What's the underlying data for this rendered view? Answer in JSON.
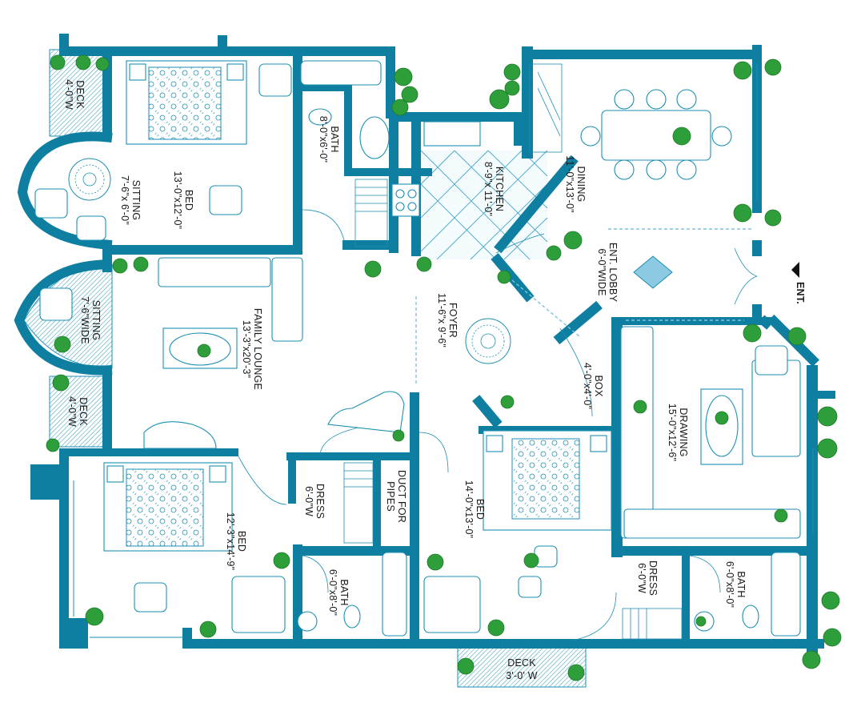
{
  "plan": {
    "rooms": [
      {
        "id": "deck-nw",
        "name": "DECK",
        "dim": "4'-0\"W"
      },
      {
        "id": "bed-nw",
        "name": "BED",
        "dim": "13'-0\"x12'-0\""
      },
      {
        "id": "sitting-nw",
        "name": "SITTING",
        "dim": "7'-6\"x 6'-0\""
      },
      {
        "id": "bath-n",
        "name": "BATH",
        "dim": "8'-0\"x6'-0\""
      },
      {
        "id": "kitchen",
        "name": "KITCHEN",
        "dim": "8'-9\"x 11'-0\""
      },
      {
        "id": "dining",
        "name": "DINING",
        "dim": "11'-0\"x13'-0\""
      },
      {
        "id": "ent-lobby",
        "name": "ENT. LOBBY",
        "dim": "6'-0\"WIDE"
      },
      {
        "id": "sitting-w",
        "name": "SITTING",
        "dim": "7'-6\"WIDE"
      },
      {
        "id": "family-lounge",
        "name": "FAMILY LOUNGE",
        "dim": "13'-3\"x20'-3\""
      },
      {
        "id": "foyer",
        "name": "FOYER",
        "dim": "11'-6\"x 9'-6\""
      },
      {
        "id": "box",
        "name": "BOX",
        "dim": "4'-0\"x4'-0\""
      },
      {
        "id": "drawing",
        "name": "DRAWING",
        "dim": "15'-0\"x12'-6\""
      },
      {
        "id": "deck-w",
        "name": "DECK",
        "dim": "4'-0\"W"
      },
      {
        "id": "dress-w",
        "name": "DRESS",
        "dim": "6'-0\"W"
      },
      {
        "id": "duct",
        "name": "DUCT FOR",
        "dim": "PIPES"
      },
      {
        "id": "bed-sw",
        "name": "BED",
        "dim": "12'-3\"x14'-9\""
      },
      {
        "id": "bed-s",
        "name": "BED",
        "dim": "14'-0\"x13'-0\""
      },
      {
        "id": "bath-sw",
        "name": "BATH",
        "dim": "6'-0\"x8'-0\""
      },
      {
        "id": "dress-e",
        "name": "DRESS",
        "dim": "6'-0\"W"
      },
      {
        "id": "bath-se",
        "name": "BATH",
        "dim": "6'-0\"x8'-0\""
      },
      {
        "id": "deck-s",
        "name": "DECK",
        "dim": "3'-0' W"
      }
    ],
    "entrance_label": "ENT.",
    "colors": {
      "wall": "#0e7fa0",
      "line": "#1b8fb3",
      "plant": "#2e9e3a"
    }
  }
}
